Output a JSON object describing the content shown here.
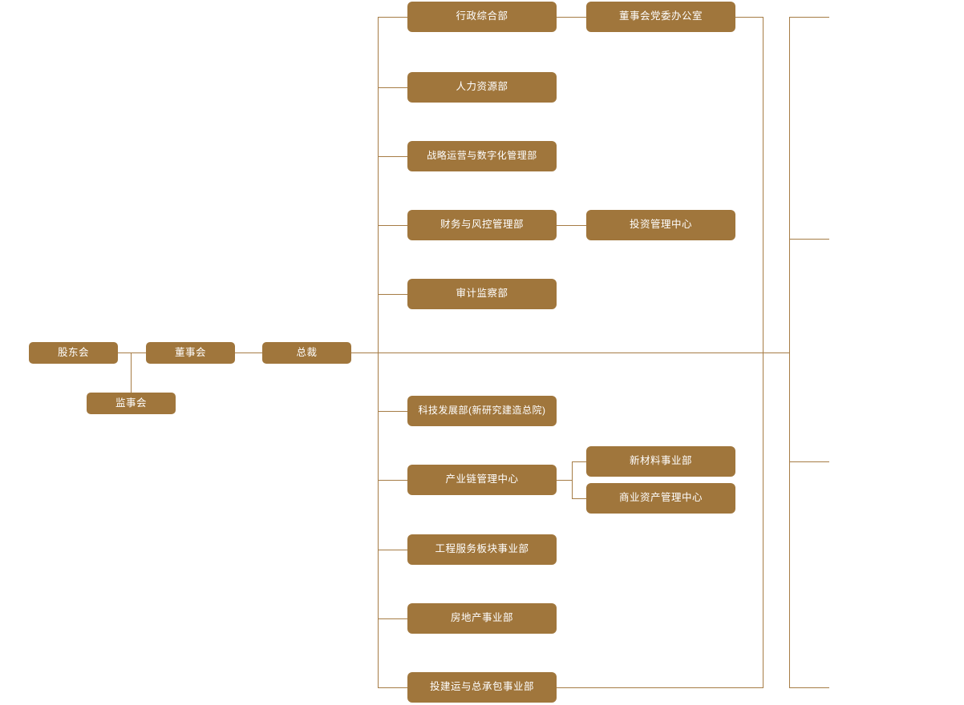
{
  "chart_title": "",
  "theme": {
    "node_fill": "#a0763c",
    "node_text": "#ffffff",
    "connector": "#a67c45",
    "background": "#ffffff"
  },
  "governance": {
    "shareholders_meeting": "股东会",
    "board_of_directors": "董事会",
    "president": "总裁",
    "supervisory_board": "监事会"
  },
  "departments": {
    "upper": [
      {
        "label": "行政综合部",
        "child": "董事会党委办公室"
      },
      {
        "label": "人力资源部",
        "child": null
      },
      {
        "label": "战略运营与数字化管理部",
        "child": null
      },
      {
        "label": "财务与风控管理部",
        "child": "投资管理中心"
      },
      {
        "label": "审计监察部",
        "child": null
      }
    ],
    "lower": [
      {
        "label": "科技发展部(新研究建造总院)",
        "children": []
      },
      {
        "label": "产业链管理中心",
        "children": [
          "新材料事业部",
          "商业资产管理中心"
        ]
      },
      {
        "label": "工程服务板块事业部",
        "children": []
      },
      {
        "label": "房地产事业部",
        "children": []
      },
      {
        "label": "投建运与总承包事业部",
        "children": []
      }
    ]
  },
  "child_nodes": {
    "board_party_office": "董事会党委办公室",
    "investment_management_center": "投资管理中心",
    "new_materials_division": "新材料事业部",
    "commercial_asset_management_center": "商业资产管理中心"
  }
}
